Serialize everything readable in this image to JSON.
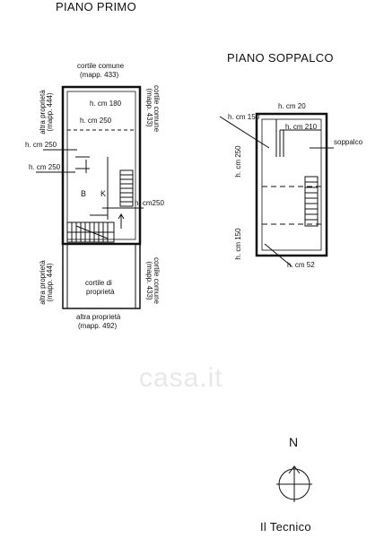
{
  "plan_first": {
    "title": "PIANO PRIMO",
    "top_label_1": "cortile comune",
    "top_label_2": "(mapp. 433)",
    "left_top_1": "altra proprietà",
    "left_top_2": "(mapp. 444)",
    "right_top_1": "cortile comune",
    "right_top_2": "(mapp. 433)",
    "h180": "h. cm 180",
    "h250a": "h. cm 250",
    "h250b": "h. cm 250",
    "h250c": "h. cm 250",
    "h250d": "h. cm250",
    "room_b": "B",
    "room_k": "K",
    "courtyard_1": "cortile di",
    "courtyard_2": "proprietà",
    "left_bottom_1": "altra proprietà",
    "left_bottom_2": "(mapp. 444)",
    "right_bottom_1": "cortile comune",
    "right_bottom_2": "(mapp. 433)",
    "bottom_label_1": "altra proprietà",
    "bottom_label_2": "(mapp. 492)"
  },
  "plan_mezzanine": {
    "title": "PIANO SOPPALCO",
    "h150a": "h. cm 150",
    "h20": "h. cm 20",
    "h210": "h. cm 210",
    "soppalco": "soppalco",
    "h250": "h. cm 250",
    "h150b": "h. cm 150",
    "h52": "h. cm 52"
  },
  "watermark": "casa.it",
  "north": "N",
  "signature": "Il Tecnico"
}
